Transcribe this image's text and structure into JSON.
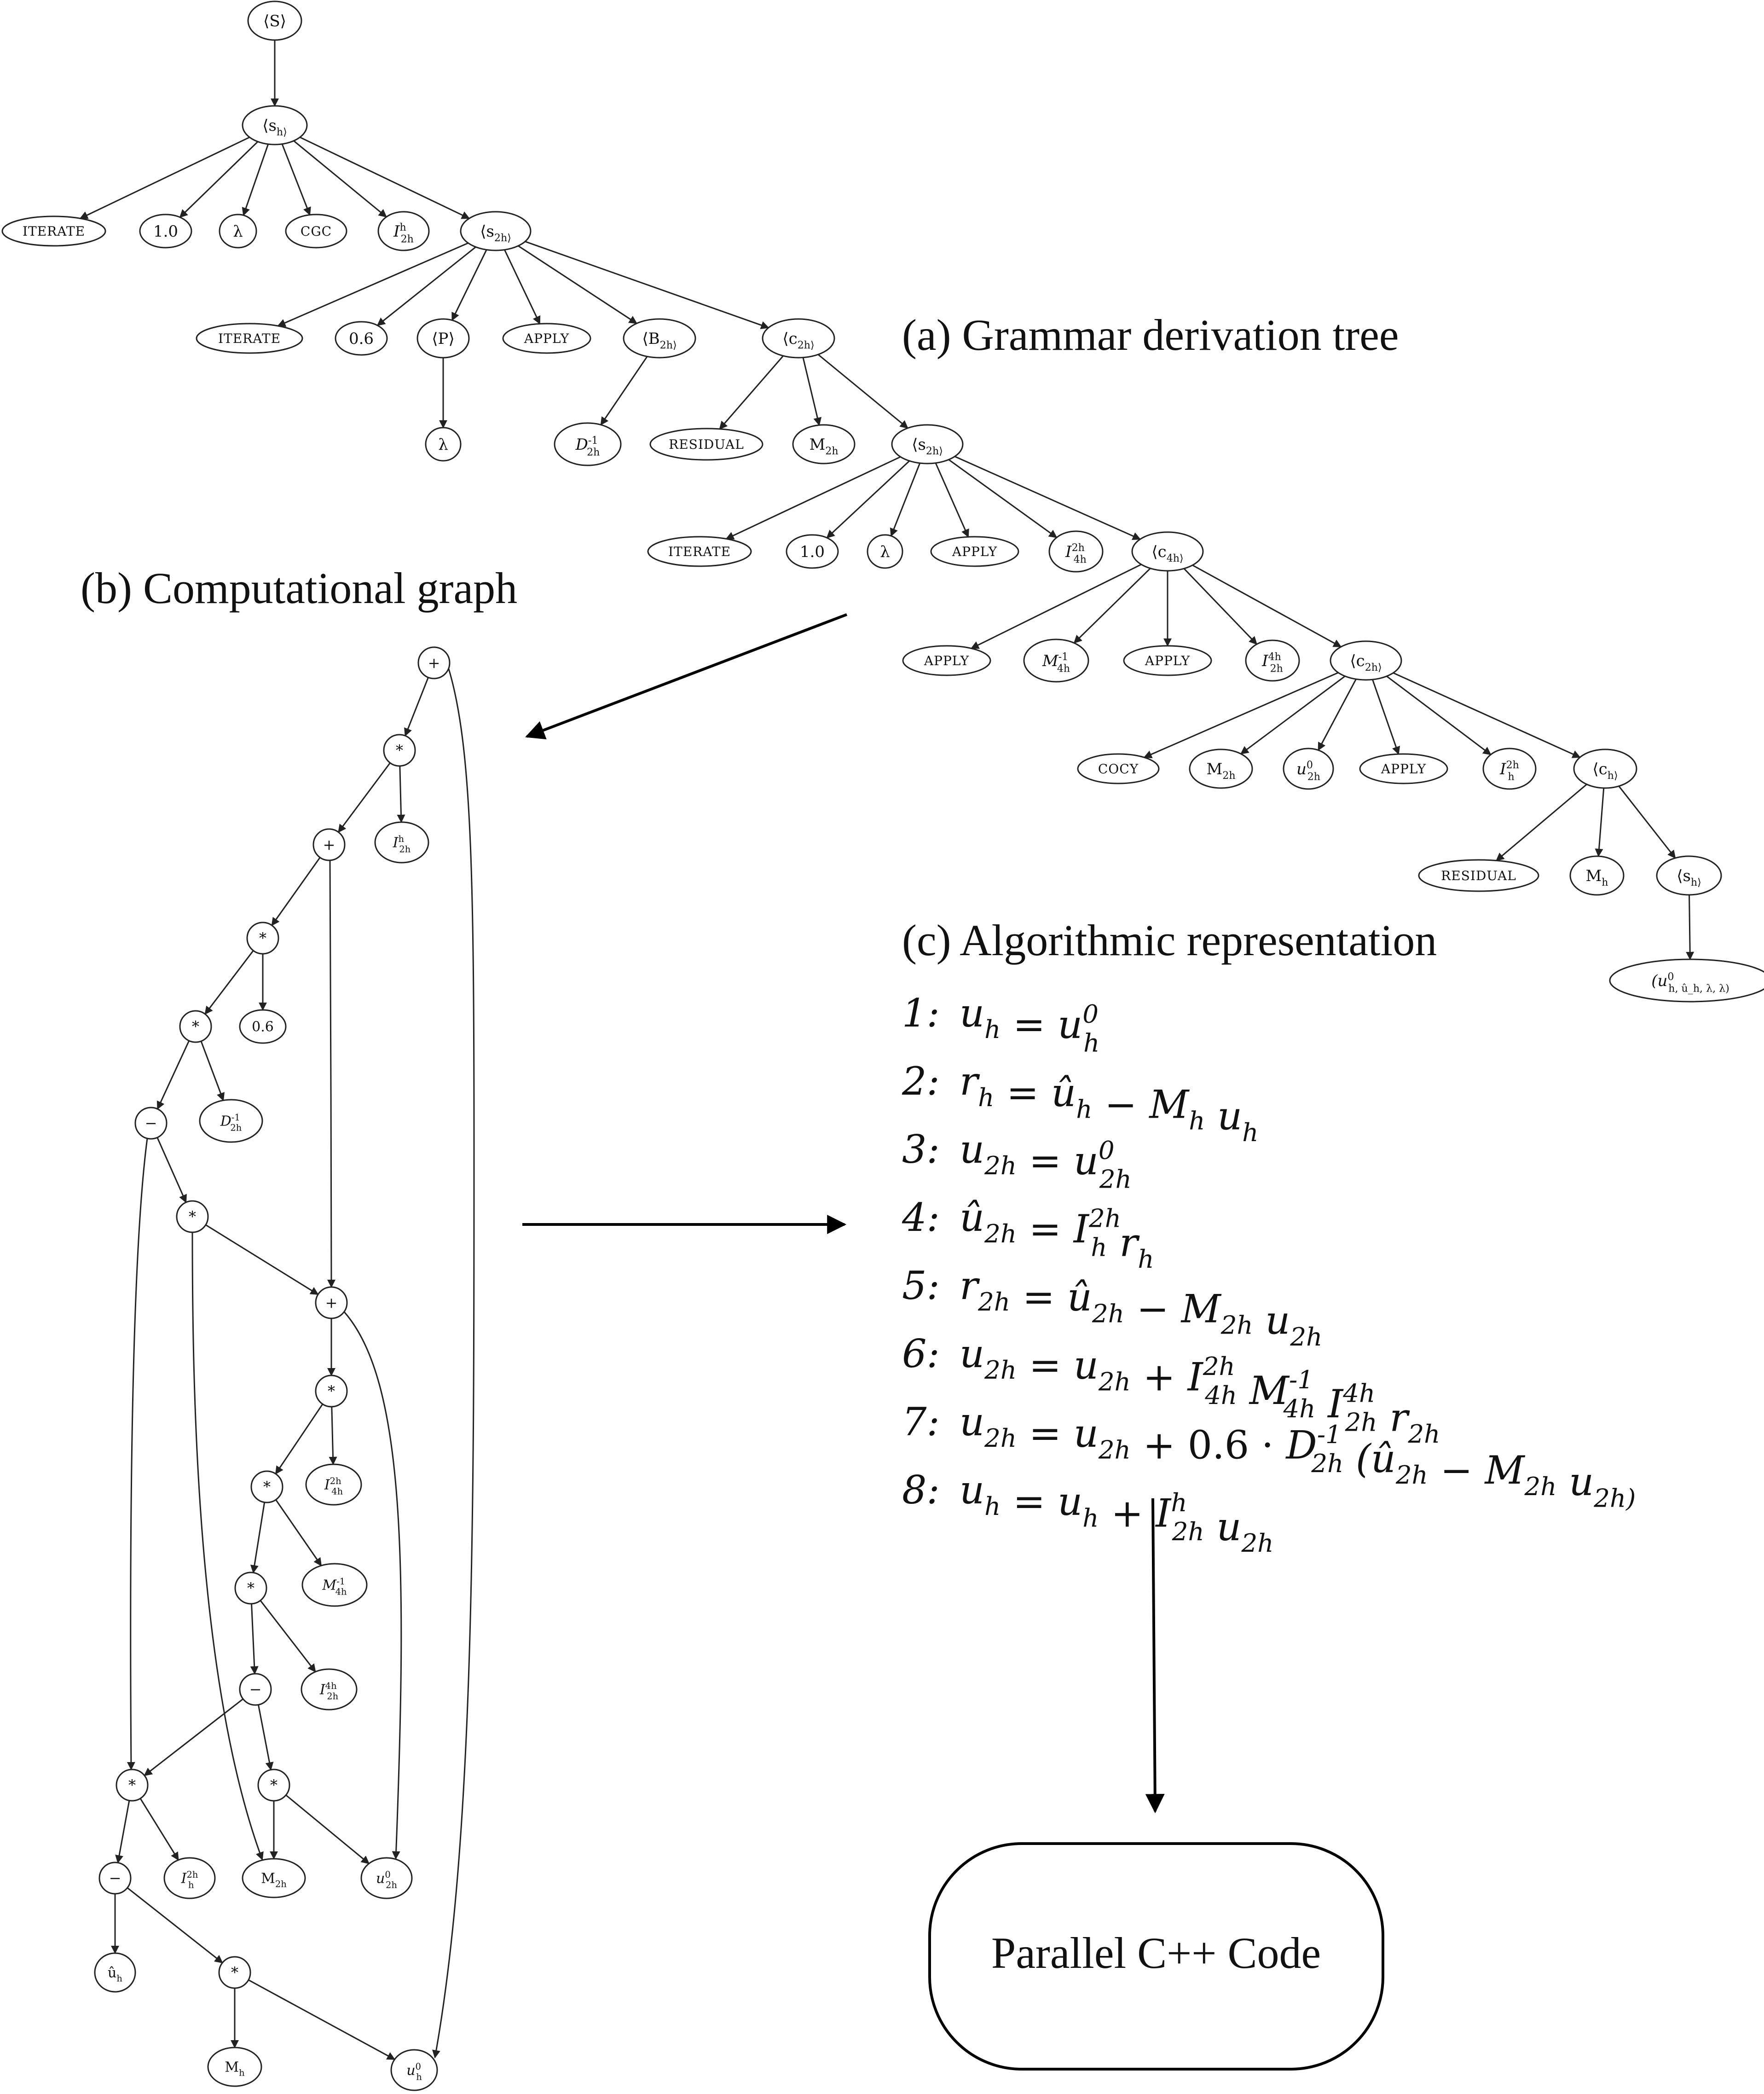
{
  "captions": {
    "a": "(a) Grammar derivation tree",
    "b": "(b) Computational graph",
    "c": "(c) Algorithmic representation"
  },
  "code_box": {
    "label": "Parallel C++ Code"
  },
  "tree_nodes": [
    {
      "id": "t1",
      "label": "⟨S⟩",
      "kind": "nt"
    },
    {
      "id": "t2",
      "label": "⟨s_h⟩",
      "kind": "nt"
    },
    {
      "id": "t3",
      "label": "ITERATE",
      "kind": "term"
    },
    {
      "id": "t4",
      "label": "1.0",
      "kind": "num"
    },
    {
      "id": "t5",
      "label": "λ",
      "kind": "sym"
    },
    {
      "id": "t6",
      "label": "CGC",
      "kind": "term"
    },
    {
      "id": "t7",
      "label": "I^h_2h",
      "kind": "sym"
    },
    {
      "id": "t8",
      "label": "⟨s_2h⟩",
      "kind": "nt"
    },
    {
      "id": "t9",
      "label": "ITERATE",
      "kind": "term"
    },
    {
      "id": "t10",
      "label": "0.6",
      "kind": "num"
    },
    {
      "id": "t11",
      "label": "⟨P⟩",
      "kind": "nt"
    },
    {
      "id": "t12",
      "label": "APPLY",
      "kind": "term"
    },
    {
      "id": "t13",
      "label": "⟨B_2h⟩",
      "kind": "nt"
    },
    {
      "id": "t14",
      "label": "⟨c_2h⟩",
      "kind": "nt"
    },
    {
      "id": "t15",
      "label": "λ",
      "kind": "sym"
    },
    {
      "id": "t16",
      "label": "D^-1_2h",
      "kind": "sym"
    },
    {
      "id": "t17",
      "label": "RESIDUAL",
      "kind": "term"
    },
    {
      "id": "t18",
      "label": "M_2h",
      "kind": "sym"
    },
    {
      "id": "t19",
      "label": "⟨s_2h⟩",
      "kind": "nt"
    },
    {
      "id": "t20",
      "label": "ITERATE",
      "kind": "term"
    },
    {
      "id": "t21",
      "label": "1.0",
      "kind": "num"
    },
    {
      "id": "t22",
      "label": "λ",
      "kind": "sym"
    },
    {
      "id": "t23",
      "label": "APPLY",
      "kind": "term"
    },
    {
      "id": "t24",
      "label": "I^2h_4h",
      "kind": "sym"
    },
    {
      "id": "t25",
      "label": "⟨c_4h⟩",
      "kind": "nt"
    },
    {
      "id": "t26",
      "label": "APPLY",
      "kind": "term"
    },
    {
      "id": "t27",
      "label": "M^-1_4h",
      "kind": "sym"
    },
    {
      "id": "t28",
      "label": "APPLY",
      "kind": "term"
    },
    {
      "id": "t29",
      "label": "I^4h_2h",
      "kind": "sym"
    },
    {
      "id": "t30",
      "label": "⟨c_2h⟩",
      "kind": "nt"
    },
    {
      "id": "t31",
      "label": "COCY",
      "kind": "term"
    },
    {
      "id": "t32",
      "label": "M_2h",
      "kind": "sym"
    },
    {
      "id": "t33",
      "label": "u^0_2h",
      "kind": "sym"
    },
    {
      "id": "t34",
      "label": "APPLY",
      "kind": "term"
    },
    {
      "id": "t35",
      "label": "I^2h_h",
      "kind": "sym"
    },
    {
      "id": "t36",
      "label": "⟨c_h⟩",
      "kind": "nt"
    },
    {
      "id": "t37",
      "label": "RESIDUAL",
      "kind": "term"
    },
    {
      "id": "t38",
      "label": "M_h",
      "kind": "sym"
    },
    {
      "id": "t39",
      "label": "⟨s_h⟩",
      "kind": "nt"
    },
    {
      "id": "t40",
      "label": "(u^0_h, û_h, λ, λ)",
      "kind": "sym"
    }
  ],
  "graph_nodes": [
    {
      "id": "g1",
      "label": "+"
    },
    {
      "id": "g2",
      "label": "*"
    },
    {
      "id": "g3",
      "label": "I^h_2h"
    },
    {
      "id": "g4",
      "label": "+"
    },
    {
      "id": "g5",
      "label": "*"
    },
    {
      "id": "g6",
      "label": "0.6"
    },
    {
      "id": "g7",
      "label": "*"
    },
    {
      "id": "g8",
      "label": "D^-1_2h"
    },
    {
      "id": "g9",
      "label": "−"
    },
    {
      "id": "g10",
      "label": "*"
    },
    {
      "id": "g11",
      "label": "+"
    },
    {
      "id": "g12",
      "label": "*"
    },
    {
      "id": "g13",
      "label": "I^2h_4h"
    },
    {
      "id": "g14",
      "label": "*"
    },
    {
      "id": "g15",
      "label": "M^-1_4h"
    },
    {
      "id": "g16",
      "label": "*"
    },
    {
      "id": "g17",
      "label": "I^4h_2h"
    },
    {
      "id": "g18",
      "label": "−"
    },
    {
      "id": "g19",
      "label": "*"
    },
    {
      "id": "g20",
      "label": "*"
    },
    {
      "id": "g21",
      "label": "I^2h_h"
    },
    {
      "id": "g22",
      "label": "M_2h"
    },
    {
      "id": "g23",
      "label": "u^0_2h"
    },
    {
      "id": "g24",
      "label": "−"
    },
    {
      "id": "g25",
      "label": "û_h"
    },
    {
      "id": "g26",
      "label": "*"
    },
    {
      "id": "g27",
      "label": "M_h"
    },
    {
      "id": "g28",
      "label": "u^0_h"
    }
  ],
  "algorithm": [
    {
      "num": "1:",
      "expr": "u_h = u^0_h"
    },
    {
      "num": "2:",
      "expr": "r_h = û_h − M_h u_h"
    },
    {
      "num": "3:",
      "expr": "u_2h = u^0_2h"
    },
    {
      "num": "4:",
      "expr": "û_2h = I^2h_h r_h"
    },
    {
      "num": "5:",
      "expr": "r_2h = û_2h − M_2h u_2h"
    },
    {
      "num": "6:",
      "expr": "u_2h = u_2h + I^2h_4h M^-1_4h I^4h_2h r_2h"
    },
    {
      "num": "7:",
      "expr": "u_2h = u_2h + 0.6 · D^-1_2h (û_2h − M_2h u_2h)"
    },
    {
      "num": "8:",
      "expr": "u_h = u_h + I^h_2h u_2h"
    }
  ]
}
